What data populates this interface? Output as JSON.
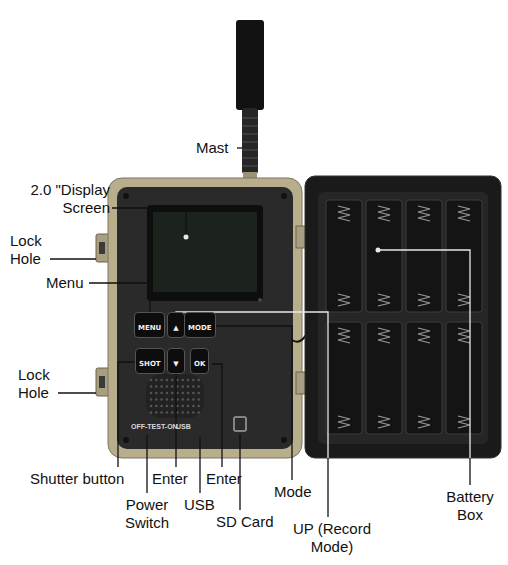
{
  "diagram": {
    "nodes": [
      {
        "text": [
          "MENU"
        ]
      },
      {
        "text": [
          "▲"
        ]
      },
      {
        "text": [
          "MODE"
        ]
      },
      {
        "text": [
          "SHOT"
        ]
      },
      {
        "text": [
          "▼"
        ]
      },
      {
        "text": [
          "OK"
        ]
      }
    ],
    "labels": [
      "Mast",
      "2.0 \"Display Screen",
      "Lock Hole",
      "Menu",
      "Lock Hole",
      "Shutter button",
      "Enter",
      "Enter",
      "Power Switch",
      "USB",
      "SD Card",
      "Mode",
      "UP (Record Mode)",
      "Battery Box",
      "OFF-TEST-ON",
      "USB"
    ]
  }
}
